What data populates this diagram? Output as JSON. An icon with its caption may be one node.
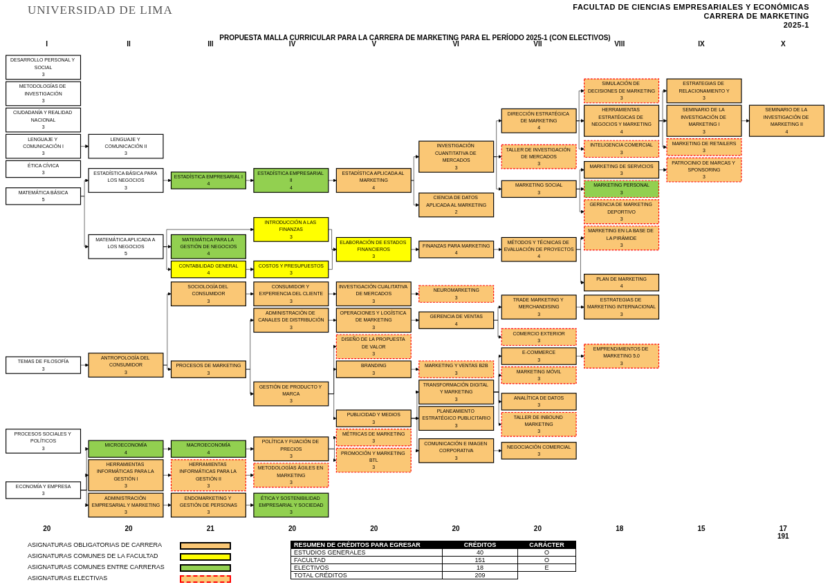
{
  "diagram": {
    "title": "PROPUESTA MALLA CURRICULAR PARA LA CARRERA DE MARKETING PARA EL PERÍODO 2025-1 (CON ELECTIVOS)",
    "nodes": [
      {
        "text": [
          "DESARROLLO PERSONAL Y SOCIAL",
          "3"
        ]
      },
      {
        "text": [
          "METODOLOGÍAS DE INVESTIGACIÓN",
          "3"
        ]
      },
      {
        "text": [
          "CIUDADANÍA Y REALIDAD NACIONAL",
          "3"
        ]
      },
      {
        "text": [
          "LENGUAJE Y COMUNICACIÓN I",
          "3"
        ]
      },
      {
        "text": [
          "ÉTICA CÍVICA",
          "3"
        ]
      },
      {
        "text": [
          "MATEMÁTICA BÁSICA",
          "5"
        ]
      },
      {
        "text": [
          "ECONOMÍA Y EMPRESA",
          "3"
        ]
      },
      {
        "text": [
          "PROCESOS SOCIALES Y POLÍTICOS",
          "3"
        ]
      },
      {
        "text": [
          "LENGUAJE Y COMUNICACIÓN II",
          "3"
        ]
      },
      {
        "text": [
          "TEMAS DE FILOSOFÍA",
          "3"
        ]
      },
      {
        "text": [
          "ESTADÍSTICA BÁSICA PARA LOS NEGOCIOS",
          "3"
        ]
      },
      {
        "text": [
          "MATEMÁTICA APLICADA A LOS NEGOCIOS",
          "5"
        ]
      },
      {
        "text": [
          "HERRAMIENTAS INFORMÁTICAS PARA LA GESTIÓN I",
          "3"
        ]
      },
      {
        "text": [
          "ANTROPOLOGÍA DEL CONSUMIDOR",
          "3"
        ]
      },
      {
        "text": [
          "ESTADÍSTICA EMPRESARIAL I",
          "4"
        ]
      },
      {
        "text": [
          "INTRODUCCIÓN A LAS FINANZAS",
          "3"
        ]
      },
      {
        "text": [
          "MATEMÁTICA PARA LA GESTIÓN DE NEGOCIOS",
          "4"
        ]
      },
      {
        "text": [
          "CONTABILIDAD GENERAL",
          "4"
        ]
      },
      {
        "text": [
          "MICROECONOMÍA",
          "4"
        ]
      },
      {
        "text": [
          "ADMINISTRACIÓN EMPRESARIAL Y MARKETING",
          "3"
        ]
      },
      {
        "text": [
          "HERRAMIENTAS INFORMÁTICAS PARA LA GESTIÓN II",
          "3"
        ]
      },
      {
        "text": [
          "PROCESOS DE MARKETING",
          "3"
        ]
      },
      {
        "text": [
          "SOCIOLOGÍA DEL CONSUMIDOR",
          "3"
        ]
      },
      {
        "text": [
          "ESTADÍSTICA EMPRESARIAL II",
          "4"
        ]
      },
      {
        "text": [
          "COSTOS Y PRESUPUESTOS",
          "3"
        ]
      },
      {
        "text": [
          "MACROECONOMÍA",
          "4"
        ]
      },
      {
        "text": [
          "ADMINISTRACIÓN DE CANALES DE DISTRIBUCIÓN",
          "3"
        ]
      },
      {
        "text": [
          "GESTIÓN DE PRODUCTO Y MARCA",
          "3"
        ]
      },
      {
        "text": [
          "CONSUMIDOR Y EXPERIENCIA DEL CLIENTE",
          "3"
        ]
      },
      {
        "text": [
          "ESTADÍSTICA APLICADA AL MARKETING",
          "4"
        ]
      },
      {
        "text": [
          "ELABORACIÓN DE ESTADOS FINANCIEROS",
          "3"
        ]
      },
      {
        "text": [
          "POLÍTICA Y FIJACIÓN DE PRECIOS",
          "3"
        ]
      },
      {
        "text": [
          "OPERACIONES Y LOGÍSTICA DE MARKETING",
          "3"
        ]
      },
      {
        "text": [
          "BRANDING",
          "3"
        ]
      },
      {
        "text": [
          "PUBLICIDAD Y MEDIOS",
          "3"
        ]
      },
      {
        "text": [
          "INVESTIGACIÓN CUALITATIVA DE MERCADOS",
          "3"
        ]
      },
      {
        "text": [
          "INVESTIGACIÓN CUANTITATIVA DE MERCADOS",
          "3"
        ]
      },
      {
        "text": [
          "CIENCIA DE DATOS APLICADA AL MARKETING",
          "2"
        ]
      },
      {
        "text": [
          "MÉTRICAS DE MARKETING",
          "3"
        ]
      },
      {
        "text": [
          "PROMOCIÓN Y MARKETING BTL",
          "3"
        ]
      },
      {
        "text": [
          "ENDOMARKETING Y GESTIÓN DE PERSONAS",
          "3"
        ]
      },
      {
        "text": [
          "METODOLOGÍAS ÁGILES EN MARKETING",
          "3"
        ]
      },
      {
        "text": [
          "DISEÑO DE LA PROPUESTA DE VALOR",
          "3"
        ]
      },
      {
        "text": [
          "TRANSFORMACIÓN DIGITAL Y MARKETING",
          "3"
        ]
      },
      {
        "text": [
          "COMUNICACIÓN E IMAGEN CORPORATIVA",
          "3"
        ]
      },
      {
        "text": [
          "NEUROMARKETING",
          "3"
        ]
      },
      {
        "text": [
          "DIRECCIÓN ESTRATÉGICA DE MARKETING",
          "4"
        ]
      },
      {
        "text": [
          "MARKETING SOCIAL",
          "3"
        ]
      },
      {
        "text": [
          "FINANZAS PARA MARKETING",
          "4"
        ]
      },
      {
        "text": [
          "ÉTICA Y SOSTENIBILIDAD EMPRESARIAL Y SOCIEDAD",
          "3"
        ]
      },
      {
        "text": [
          "GERENCIA DE VENTAS",
          "4"
        ]
      },
      {
        "text": [
          "E-COMMERCE",
          "3"
        ]
      },
      {
        "text": [
          "MARKETING MÓVIL",
          "3"
        ]
      },
      {
        "text": [
          "SIMULACIÓN DE DECISIONES DE MARKETING",
          "3"
        ]
      },
      {
        "text": [
          "HERRAMIENTAS ESTRATÉGICAS DE NEGOCIOS Y MARKETING",
          "4"
        ]
      },
      {
        "text": [
          "INTELIGENCIA COMERCIAL",
          "3"
        ]
      },
      {
        "text": [
          "TALLER DE INVESTIGACIÓN DE MERCADOS",
          "3"
        ]
      },
      {
        "text": [
          "GERENCIA DE MARKETING DEPORTIVO",
          "3"
        ]
      },
      {
        "text": [
          "MÉTODOS Y TÉCNICAS DE EVALUACIÓN DE PROYECTOS",
          "4"
        ]
      },
      {
        "text": [
          "TRADE MARKETING Y MERCHANDISING",
          "3"
        ]
      },
      {
        "text": [
          "MARKETING Y VENTAS B2B",
          "3"
        ]
      },
      {
        "text": [
          "EMPRENDIMIENTOS DE MARKETING 5.0",
          "3"
        ]
      },
      {
        "text": [
          "ANALÍTICA DE DATOS",
          "3"
        ]
      },
      {
        "text": [
          "TALLER DE INBOUND MARKETING",
          "3"
        ]
      },
      {
        "text": [
          "NEGOCIACIÓN COMERCIAL",
          "3"
        ]
      },
      {
        "text": [
          "SEMINARIO DE LA INVESTIGACIÓN DE MARKETING I",
          "3"
        ]
      },
      {
        "text": [
          "MARKETING DE RETAILERS",
          "3"
        ]
      },
      {
        "text": [
          "MARKETING DE SERVICIOS",
          "3"
        ]
      },
      {
        "text": [
          "MARKETING PERSONAL",
          "3"
        ]
      },
      {
        "text": [
          "ESTRATEGIAS DE MARKETING INTERNACIONAL",
          "3"
        ]
      },
      {
        "text": [
          "COMERCIO EXTERIOR",
          "3"
        ]
      },
      {
        "text": [
          "PLANEAMIENTO ESTRATÉGICO PUBLICITARIO",
          "3"
        ]
      },
      {
        "text": [
          "ESTRATEGIAS DE RELACIONAMIENTO Y",
          "3"
        ]
      },
      {
        "text": [
          "SEMINARIO DE LA INVESTIGACIÓN DE MARKETING II",
          "4"
        ]
      },
      {
        "text": [
          "PATROCINIO DE MARCAS Y SPONSORING",
          "3"
        ]
      },
      {
        "text": [
          "MARKETING EN LA BASE DE LA PIRÁMIDE",
          "3"
        ]
      },
      {
        "text": [
          "PLAN DE MARKETING",
          "4"
        ]
      }
    ],
    "edges": [
      {
        "from": 3,
        "to": 8,
        "arrow": "to"
      },
      {
        "from": 5,
        "to": 10,
        "arrow": "to"
      },
      {
        "from": 5,
        "to": 11,
        "arrow": "to"
      },
      {
        "from": 6,
        "to": 18,
        "arrow": "to"
      },
      {
        "from": 6,
        "to": 12,
        "arrow": "to"
      },
      {
        "from": 6,
        "to": 19,
        "arrow": "to"
      },
      {
        "from": 9,
        "to": 13,
        "arrow": "to"
      },
      {
        "from": 10,
        "to": 14,
        "arrow": "to"
      },
      {
        "from": 11,
        "to": 15,
        "arrow": "to"
      },
      {
        "from": 11,
        "to": 16,
        "arrow": "to"
      },
      {
        "from": 11,
        "to": 17,
        "arrow": "to"
      },
      {
        "from": 12,
        "to": 20,
        "arrow": "to"
      },
      {
        "from": 13,
        "to": 22,
        "arrow": "to"
      },
      {
        "from": 13,
        "to": 21,
        "arrow": "to"
      },
      {
        "from": 14,
        "to": 23,
        "arrow": "to"
      },
      {
        "from": 15,
        "to": 30,
        "arrow": "to"
      },
      {
        "from": 17,
        "to": 24,
        "arrow": "to"
      },
      {
        "from": 18,
        "to": 25,
        "arrow": "to"
      },
      {
        "from": 19,
        "to": 40,
        "arrow": "to"
      },
      {
        "from": 20,
        "to": 41,
        "arrow": "to"
      },
      {
        "from": 21,
        "to": 26,
        "arrow": "to"
      },
      {
        "from": 21,
        "to": 27,
        "arrow": "to"
      },
      {
        "from": 22,
        "to": 28,
        "arrow": "to"
      },
      {
        "from": 23,
        "to": 29,
        "arrow": "to"
      },
      {
        "from": 24,
        "to": 30,
        "arrow": "to"
      },
      {
        "from": 25,
        "to": 31,
        "arrow": "to"
      },
      {
        "from": 26,
        "to": 32,
        "arrow": "to"
      },
      {
        "from": 27,
        "to": 42,
        "arrow": "to"
      },
      {
        "from": 27,
        "to": 33,
        "arrow": "to"
      },
      {
        "from": 27,
        "to": 34,
        "arrow": "to"
      },
      {
        "from": 28,
        "to": 35,
        "arrow": "to"
      },
      {
        "from": 29,
        "to": 36,
        "arrow": "to"
      },
      {
        "from": 29,
        "to": 37,
        "arrow": "to"
      },
      {
        "from": 30,
        "to": 48,
        "arrow": "to"
      },
      {
        "from": 31,
        "to": 38,
        "arrow": "to"
      },
      {
        "from": 31,
        "to": 39,
        "arrow": "to"
      },
      {
        "from": 32,
        "to": 50,
        "arrow": "to"
      },
      {
        "from": 33,
        "to": 60,
        "arrow": "to"
      },
      {
        "from": 34,
        "to": 43,
        "arrow": "to"
      },
      {
        "from": 34,
        "to": 71,
        "arrow": "to"
      },
      {
        "from": 34,
        "to": 44,
        "arrow": "to"
      },
      {
        "from": 35,
        "to": 45,
        "arrow": "to"
      },
      {
        "from": 36,
        "to": 46,
        "arrow": "to"
      },
      {
        "from": 36,
        "to": 56,
        "arrow": "to"
      },
      {
        "from": 36,
        "to": 47,
        "arrow": "to"
      },
      {
        "from": 40,
        "to": 49,
        "arrow": "to"
      },
      {
        "from": 43,
        "to": 51,
        "arrow": "to"
      },
      {
        "from": 43,
        "to": 52,
        "arrow": "to"
      },
      {
        "from": 43,
        "to": 62,
        "arrow": "to"
      },
      {
        "from": 43,
        "to": 63,
        "arrow": "to"
      },
      {
        "from": 44,
        "to": 64,
        "arrow": "to"
      },
      {
        "from": 46,
        "to": 53,
        "arrow": "to"
      },
      {
        "from": 46,
        "to": 54,
        "arrow": "to"
      },
      {
        "from": 46,
        "to": 55,
        "arrow": "to"
      },
      {
        "from": 47,
        "to": 67,
        "arrow": "to"
      },
      {
        "from": 47,
        "to": 68,
        "arrow": "to"
      },
      {
        "from": 47,
        "to": 57,
        "arrow": "to"
      },
      {
        "from": 48,
        "to": 58,
        "arrow": "to"
      },
      {
        "from": 50,
        "to": 59,
        "arrow": "to"
      },
      {
        "from": 50,
        "to": 70,
        "arrow": "to"
      },
      {
        "from": 51,
        "to": 61,
        "arrow": "to"
      },
      {
        "from": 54,
        "to": 72,
        "arrow": "to"
      },
      {
        "from": 54,
        "to": 65,
        "arrow": "to"
      },
      {
        "from": 54,
        "to": 66,
        "arrow": "to"
      },
      {
        "from": 58,
        "to": 75,
        "arrow": "to"
      },
      {
        "from": 58,
        "to": 76,
        "arrow": "to"
      },
      {
        "from": 59,
        "to": 69,
        "arrow": "to"
      },
      {
        "from": 65,
        "to": 73,
        "arrow": "to"
      },
      {
        "from": 67,
        "to": 74,
        "arrow": "to"
      }
    ],
    "labels": [
      "UNIVERSIDAD DE LIMA",
      "FACULTAD DE CIENCIAS EMPRESARIALES Y ECONÓMICAS",
      "CARRERA DE MARKETING",
      "2025-1",
      "I",
      "II",
      "III",
      "IV",
      "V",
      "VI",
      "VII",
      "VIII",
      "IX",
      "X",
      "20",
      "20",
      "21",
      "20",
      "20",
      "20",
      "20",
      "18",
      "15",
      "17",
      "191",
      "RESUMEN DE CRÉDITOS PARA EGRESAR",
      "CRÉDITOS",
      "CARÁCTER",
      "ESTUDIOS GENERALES",
      "40",
      "O",
      "FACULTAD",
      "151",
      "O",
      "ELECTIVOS",
      "18",
      "E",
      "TOTAL CRÉDITOS",
      "209"
    ],
    "legend": [
      {
        "text": "ASIGNATURAS OBLIGATORIAS DE CARRERA",
        "color": "#fac775"
      },
      {
        "text": "ASIGNATURAS COMUNES DE LA FACULTAD",
        "color": "#ffff00"
      },
      {
        "text": "ASIGNATURAS COMUNES ENTRE CARRERAS",
        "color": "#92d050"
      },
      {
        "text": "ASIGNATURAS ELECTIVAS"
      }
    ]
  }
}
